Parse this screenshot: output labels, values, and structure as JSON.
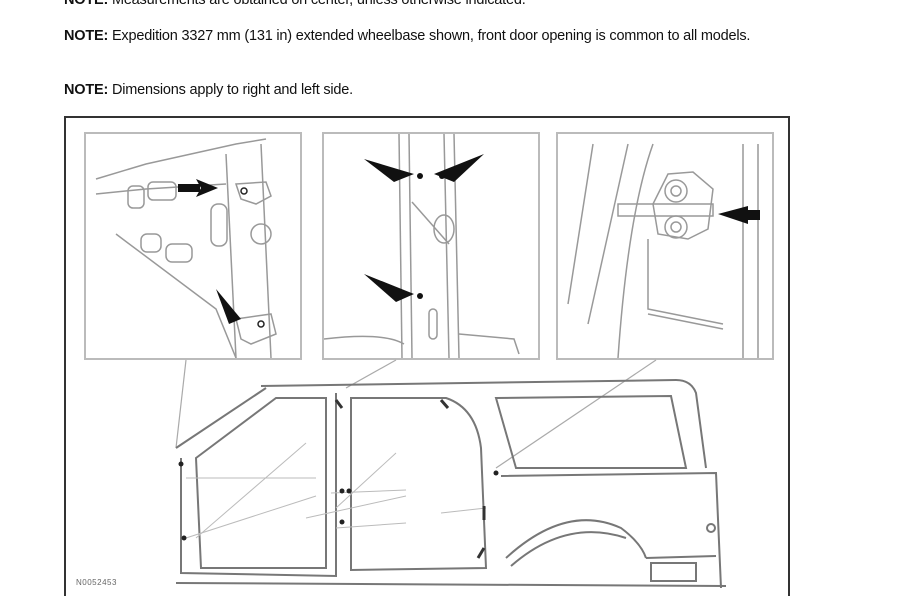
{
  "notes": [
    {
      "label": "NOTE:",
      "text": " Measurements are obtained on center, unless otherwise indicated."
    },
    {
      "label": "NOTE:",
      "text": " Expedition 3327 mm (131 in) extended wheelbase shown, front door opening is common to all models."
    },
    {
      "label": "NOTE:",
      "text": " Dimensions apply to right and left side."
    }
  ],
  "figure": {
    "insets": [
      {
        "name": "front-door-hinge-detail",
        "arrows": 2
      },
      {
        "name": "b-pillar-rear-door-hinge-detail",
        "arrows": 3
      },
      {
        "name": "striker-detail",
        "arrows": 1
      }
    ],
    "main_view": "vehicle-body-side-door-openings",
    "part_number": "N0052453"
  }
}
